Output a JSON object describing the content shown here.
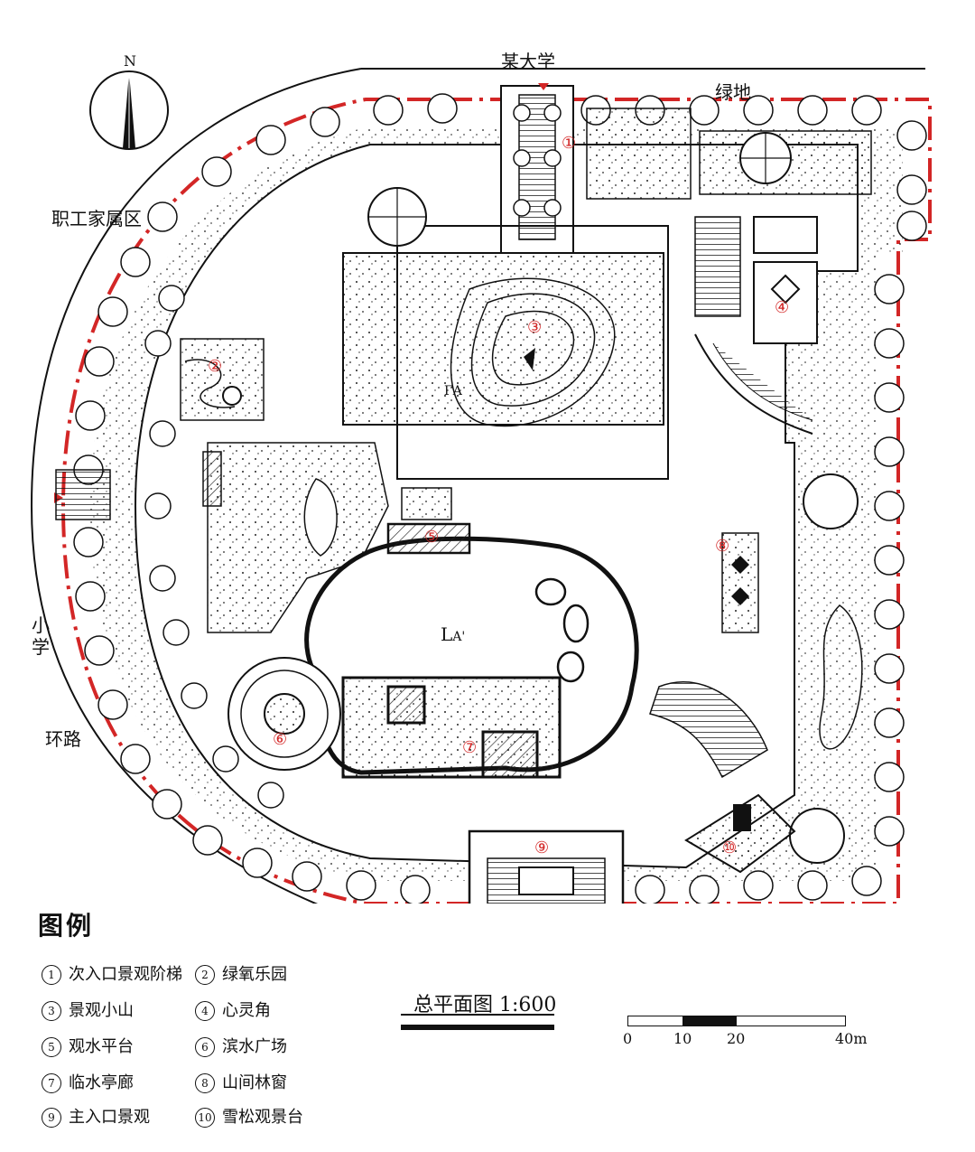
{
  "surroundings": {
    "top": "某大学",
    "top_right": "绿地",
    "left_upper": "职工家属区",
    "left_mid": "小学",
    "left_lower": "环路"
  },
  "compass": "N",
  "map_numbers": [
    "①",
    "②",
    "③",
    "④",
    "⑤",
    "⑥",
    "⑦",
    "⑧",
    "⑨",
    "⑩"
  ],
  "section_marks": {
    "a": "A",
    "a_prime": "A'"
  },
  "legend": {
    "title": "图例",
    "items": [
      {
        "num": "1",
        "label": "次入口景观阶梯"
      },
      {
        "num": "2",
        "label": "绿氧乐园"
      },
      {
        "num": "3",
        "label": "景观小山"
      },
      {
        "num": "4",
        "label": "心灵角"
      },
      {
        "num": "5",
        "label": "观水平台"
      },
      {
        "num": "6",
        "label": "滨水广场"
      },
      {
        "num": "7",
        "label": "临水亭廊"
      },
      {
        "num": "8",
        "label": "山间林窗"
      },
      {
        "num": "9",
        "label": "主入口景观"
      },
      {
        "num": "10",
        "label": "雪松观景台"
      }
    ]
  },
  "plan_title": "总平面图 1:600",
  "scale": {
    "ticks": [
      "0",
      "10",
      "20",
      "40m"
    ]
  },
  "colors": {
    "ink": "#111111",
    "boundary": "#d32626",
    "water": "#ffffff"
  }
}
